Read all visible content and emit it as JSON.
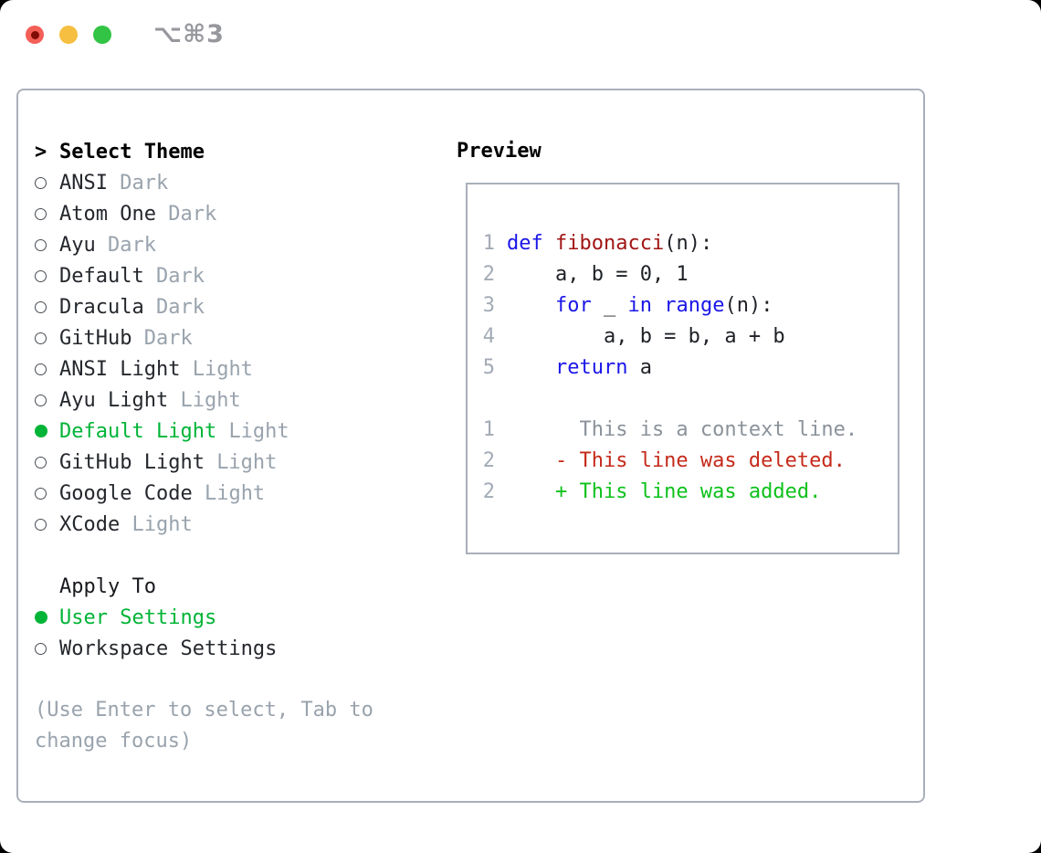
{
  "window": {
    "title": "⌥⌘3"
  },
  "titlebar": {
    "buttons": [
      {
        "name": "close",
        "color": "#f35f57"
      },
      {
        "name": "minimize",
        "color": "#f6bf41"
      },
      {
        "name": "zoom",
        "color": "#32c444"
      }
    ]
  },
  "theme_menu": {
    "prompt": ">",
    "header": "Select Theme",
    "items": [
      {
        "name": "ANSI",
        "variant": "Dark",
        "selected": false
      },
      {
        "name": "Atom One",
        "variant": "Dark",
        "selected": false
      },
      {
        "name": "Ayu",
        "variant": "Dark",
        "selected": false
      },
      {
        "name": "Default",
        "variant": "Dark",
        "selected": false
      },
      {
        "name": "Dracula",
        "variant": "Dark",
        "selected": false
      },
      {
        "name": "GitHub",
        "variant": "Dark",
        "selected": false
      },
      {
        "name": "ANSI Light",
        "variant": "Light",
        "selected": false
      },
      {
        "name": "Ayu Light",
        "variant": "Light",
        "selected": false
      },
      {
        "name": "Default Light",
        "variant": "Light",
        "selected": true
      },
      {
        "name": "GitHub Light",
        "variant": "Light",
        "selected": false
      },
      {
        "name": "Google Code",
        "variant": "Light",
        "selected": false
      },
      {
        "name": "XCode",
        "variant": "Light",
        "selected": false
      }
    ]
  },
  "apply_to": {
    "header": "Apply To",
    "options": [
      {
        "label": "User Settings",
        "selected": true
      },
      {
        "label": "Workspace Settings",
        "selected": false
      }
    ]
  },
  "hint": "(Use Enter to select, Tab to change focus)",
  "preview": {
    "header": "Preview",
    "lines": [
      {
        "num": "1",
        "segments": [
          {
            "t": "def",
            "c": "kw"
          },
          {
            "t": " ",
            "c": "pl"
          },
          {
            "t": "fibonacci",
            "c": "fn"
          },
          {
            "t": "(n):",
            "c": "pl"
          }
        ]
      },
      {
        "num": "2",
        "segments": [
          {
            "t": "    a, b = 0, 1",
            "c": "pl"
          }
        ]
      },
      {
        "num": "3",
        "segments": [
          {
            "t": "    ",
            "c": "pl"
          },
          {
            "t": "for",
            "c": "kw"
          },
          {
            "t": " _ ",
            "c": "pl"
          },
          {
            "t": "in",
            "c": "kw"
          },
          {
            "t": " ",
            "c": "pl"
          },
          {
            "t": "range",
            "c": "kw"
          },
          {
            "t": "(n):",
            "c": "pl"
          }
        ]
      },
      {
        "num": "4",
        "segments": [
          {
            "t": "        a, b = b, a + b",
            "c": "pl"
          }
        ]
      },
      {
        "num": "5",
        "segments": [
          {
            "t": "    ",
            "c": "pl"
          },
          {
            "t": "return",
            "c": "kw"
          },
          {
            "t": " a",
            "c": "pl"
          }
        ]
      },
      {
        "num": "",
        "segments": []
      },
      {
        "num": "1",
        "segments": [
          {
            "t": "      This is a context line.",
            "c": "ctx"
          }
        ]
      },
      {
        "num": "2",
        "segments": [
          {
            "t": "    - This line was deleted.",
            "c": "del"
          }
        ]
      },
      {
        "num": "2",
        "segments": [
          {
            "t": "    + This line was added.",
            "c": "add"
          }
        ]
      }
    ]
  },
  "colors": {
    "border": "#a9b0ba",
    "text_item": "#24272c",
    "muted": "#99a3ad",
    "sel_green": "#00b437",
    "linenum": "#a3abb5",
    "ctx": "#8b929a",
    "plain": "#1e2126",
    "kw": "#1a16e8",
    "fn": "#a21515",
    "deleted": "#c52a1a",
    "added": "#0dc11b",
    "tl_red": "#f35f57",
    "tl_red_dot": "#7f0c05",
    "tl_yellow": "#f6bf41",
    "tl_green": "#32c444",
    "title_gray": "#97989d"
  }
}
